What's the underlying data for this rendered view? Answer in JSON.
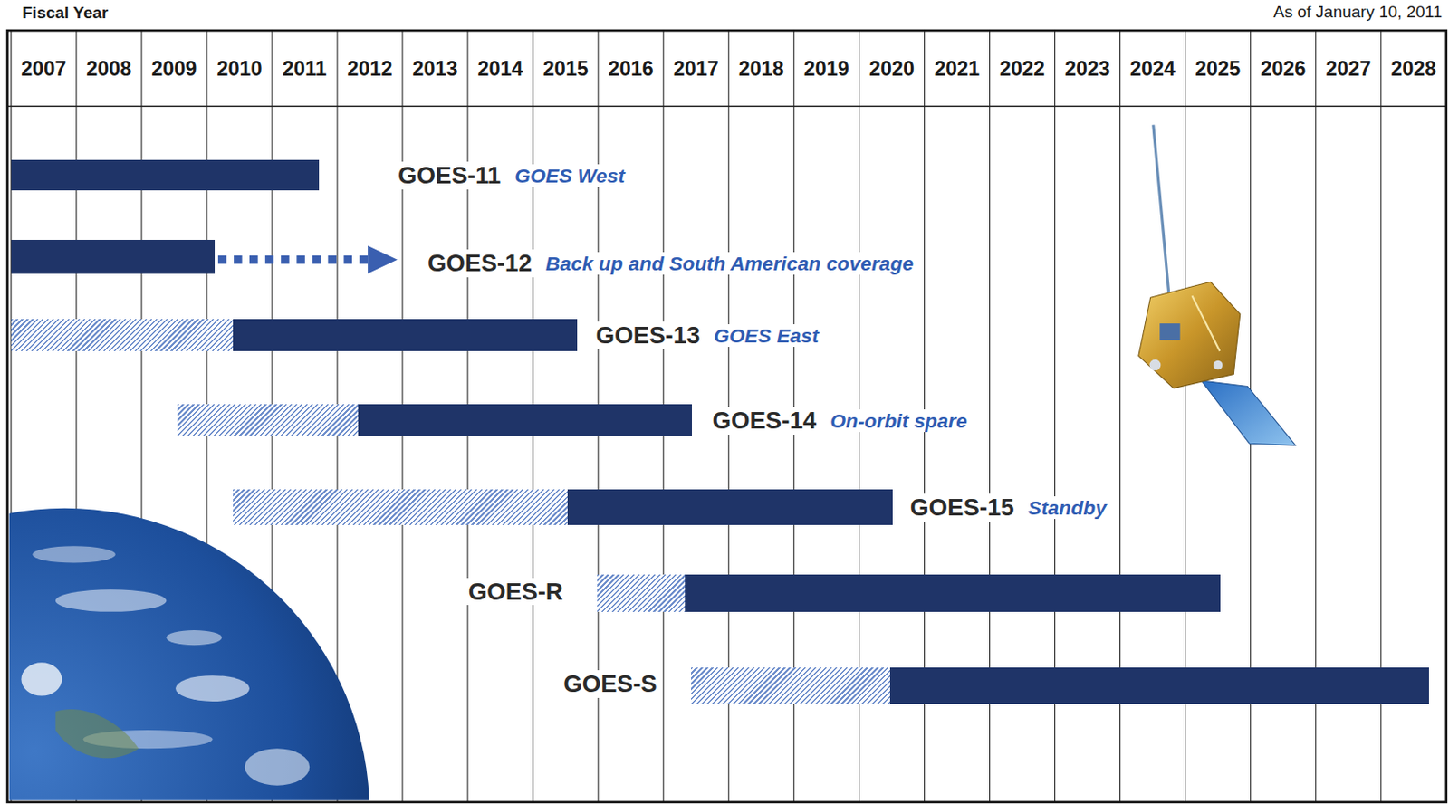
{
  "diagram": {
    "nodes": [
      {
        "text": [
          "GOES-11",
          "GOES West"
        ]
      },
      {
        "text": [
          "GOES-12",
          "Back up and South American coverage"
        ]
      },
      {
        "text": [
          "GOES-13",
          "GOES East"
        ]
      },
      {
        "text": [
          "GOES-14",
          "On-orbit spare"
        ]
      },
      {
        "text": [
          "GOES-15",
          "Standby"
        ]
      },
      {
        "text": [
          "GOES-R"
        ]
      },
      {
        "text": [
          "GOES-S"
        ]
      }
    ],
    "labels": [
      "Fiscal Year",
      "As of January 10, 2011",
      "2007",
      "2008",
      "2009",
      "2010",
      "2011",
      "2012",
      "2013",
      "2014",
      "2015",
      "2016",
      "2017",
      "2018",
      "2019",
      "2020",
      "2021",
      "2022",
      "2023",
      "2024",
      "2025",
      "2026",
      "2027",
      "2028"
    ]
  }
}
